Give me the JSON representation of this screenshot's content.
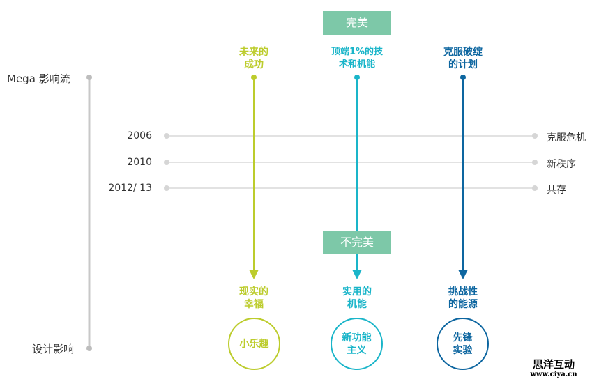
{
  "axis": {
    "top_label": "Mega 影响流",
    "bottom_label": "设计影响"
  },
  "boxes": {
    "top": "完美",
    "bottom": "不完美"
  },
  "timeline": [
    {
      "year": "2006",
      "label": "克服危机"
    },
    {
      "year": "2010",
      "label": "新秩序"
    },
    {
      "year": "2012/ 13",
      "label": "共存"
    }
  ],
  "columns": [
    {
      "top": [
        "未来的",
        "成功"
      ],
      "bottom": [
        "现实的",
        "幸福"
      ],
      "circle": [
        "小乐趣"
      ],
      "color": "#bccc2c"
    },
    {
      "top": [
        "顶端1%的技",
        "术和机能"
      ],
      "bottom": [
        "实用的",
        "机能"
      ],
      "circle": [
        "新功能",
        "主义"
      ],
      "color": "#1ab5c9"
    },
    {
      "top": [
        "克服破绽",
        "的计划"
      ],
      "bottom": [
        "挑战性",
        "的能源"
      ],
      "circle": [
        "先锋",
        "实验"
      ],
      "color": "#0d66a0"
    }
  ],
  "colors": {
    "axis": "#c8c8c8",
    "timeline": "#dddddd",
    "box": "#7dc8a8"
  },
  "watermark": {
    "title": "思洋互动",
    "url": "www.ciya.cn"
  }
}
